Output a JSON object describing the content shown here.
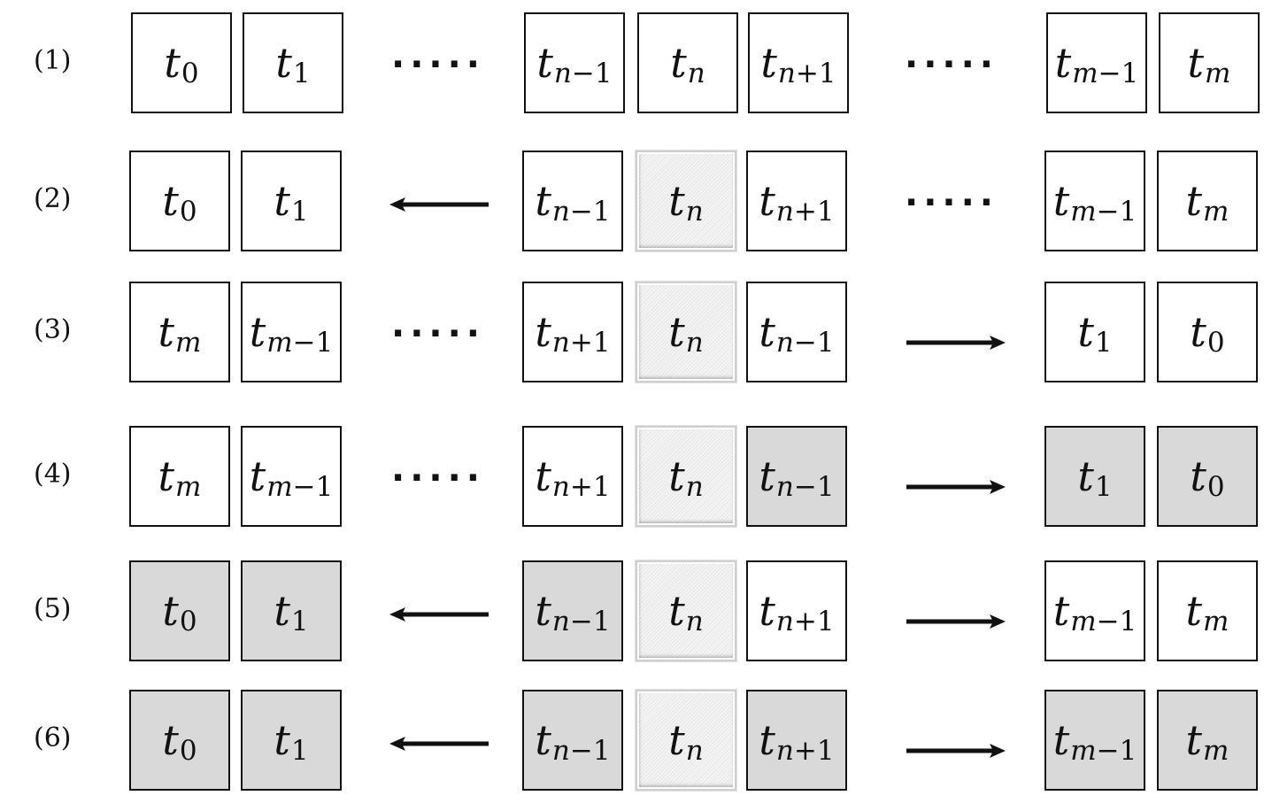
{
  "rows": [
    {
      "label": "(1)",
      "cells": [
        {
          "base": "t",
          "sub": "0",
          "fill": "white"
        },
        {
          "base": "t",
          "sub": "1",
          "fill": "white"
        },
        {
          "base": "t",
          "sub": "n−1",
          "fill": "white"
        },
        {
          "base": "t",
          "sub": "n",
          "fill": "white"
        },
        {
          "base": "t",
          "sub": "n+1",
          "fill": "white"
        },
        {
          "base": "t",
          "sub": "m−1",
          "fill": "white"
        },
        {
          "base": "t",
          "sub": "m",
          "fill": "white"
        }
      ],
      "left_connector": {
        "kind": "dots",
        "text": "....."
      },
      "right_connector": {
        "kind": "dots",
        "text": "....."
      }
    },
    {
      "label": "(2)",
      "cells": [
        {
          "base": "t",
          "sub": "0",
          "fill": "white"
        },
        {
          "base": "t",
          "sub": "1",
          "fill": "white"
        },
        {
          "base": "t",
          "sub": "n−1",
          "fill": "white"
        },
        {
          "base": "t",
          "sub": "n",
          "fill": "focus"
        },
        {
          "base": "t",
          "sub": "n+1",
          "fill": "white"
        },
        {
          "base": "t",
          "sub": "m−1",
          "fill": "white"
        },
        {
          "base": "t",
          "sub": "m",
          "fill": "white"
        }
      ],
      "left_connector": {
        "kind": "arrow-left"
      },
      "right_connector": {
        "kind": "dots",
        "text": "....."
      }
    },
    {
      "label": "(3)",
      "cells": [
        {
          "base": "t",
          "sub": "m",
          "fill": "white"
        },
        {
          "base": "t",
          "sub": "m−1",
          "fill": "white"
        },
        {
          "base": "t",
          "sub": "n+1",
          "fill": "white"
        },
        {
          "base": "t",
          "sub": "n",
          "fill": "focus"
        },
        {
          "base": "t",
          "sub": "n−1",
          "fill": "white"
        },
        {
          "base": "t",
          "sub": "1",
          "fill": "white"
        },
        {
          "base": "t",
          "sub": "0",
          "fill": "white"
        }
      ],
      "left_connector": {
        "kind": "dots",
        "text": "....."
      },
      "right_connector": {
        "kind": "arrow-right"
      }
    },
    {
      "label": "(4)",
      "cells": [
        {
          "base": "t",
          "sub": "m",
          "fill": "white"
        },
        {
          "base": "t",
          "sub": "m−1",
          "fill": "white"
        },
        {
          "base": "t",
          "sub": "n+1",
          "fill": "white"
        },
        {
          "base": "t",
          "sub": "n",
          "fill": "focus"
        },
        {
          "base": "t",
          "sub": "n−1",
          "fill": "gray"
        },
        {
          "base": "t",
          "sub": "1",
          "fill": "gray"
        },
        {
          "base": "t",
          "sub": "0",
          "fill": "gray"
        }
      ],
      "left_connector": {
        "kind": "dots",
        "text": "....."
      },
      "right_connector": {
        "kind": "arrow-right"
      }
    },
    {
      "label": "(5)",
      "cells": [
        {
          "base": "t",
          "sub": "0",
          "fill": "gray"
        },
        {
          "base": "t",
          "sub": "1",
          "fill": "gray"
        },
        {
          "base": "t",
          "sub": "n−1",
          "fill": "gray"
        },
        {
          "base": "t",
          "sub": "n",
          "fill": "focus"
        },
        {
          "base": "t",
          "sub": "n+1",
          "fill": "white"
        },
        {
          "base": "t",
          "sub": "m−1",
          "fill": "white"
        },
        {
          "base": "t",
          "sub": "m",
          "fill": "white"
        }
      ],
      "left_connector": {
        "kind": "arrow-left"
      },
      "right_connector": {
        "kind": "arrow-right"
      }
    },
    {
      "label": "(6)",
      "cells": [
        {
          "base": "t",
          "sub": "0",
          "fill": "gray"
        },
        {
          "base": "t",
          "sub": "1",
          "fill": "gray"
        },
        {
          "base": "t",
          "sub": "n−1",
          "fill": "gray"
        },
        {
          "base": "t",
          "sub": "n",
          "fill": "focus"
        },
        {
          "base": "t",
          "sub": "n+1",
          "fill": "gray"
        },
        {
          "base": "t",
          "sub": "m−1",
          "fill": "gray"
        },
        {
          "base": "t",
          "sub": "m",
          "fill": "gray"
        }
      ],
      "left_connector": {
        "kind": "arrow-left"
      },
      "right_connector": {
        "kind": "arrow-right"
      }
    }
  ],
  "colors": {
    "border": "#111111",
    "white_cell": "#ffffff",
    "gray_cell": "#d9d9d9",
    "focus_cell": "#ececec"
  }
}
